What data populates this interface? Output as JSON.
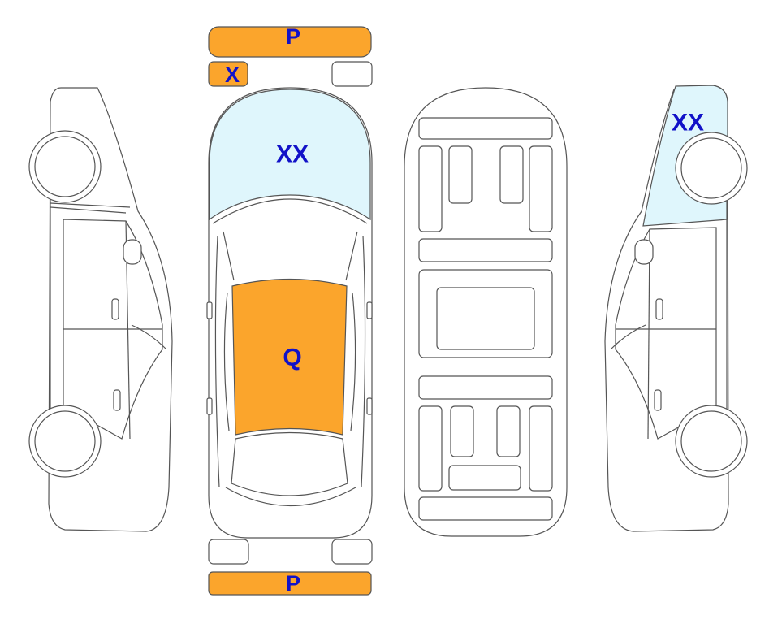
{
  "colors": {
    "orange": "#fba52c",
    "light_blue": "#dff6fc",
    "label_blue": "#1212c8",
    "outline": "#555555"
  },
  "labels": {
    "front_bumper": "P",
    "front_left_light": "X",
    "hood": "XX",
    "roof": "Q",
    "rear_bumper": "P",
    "right_side_front": "XX"
  },
  "icons": {
    "left_side_view": "car-left-side-icon",
    "top_view": "car-top-view-icon",
    "underbody_view": "car-underbody-icon",
    "right_side_view": "car-right-side-icon"
  }
}
